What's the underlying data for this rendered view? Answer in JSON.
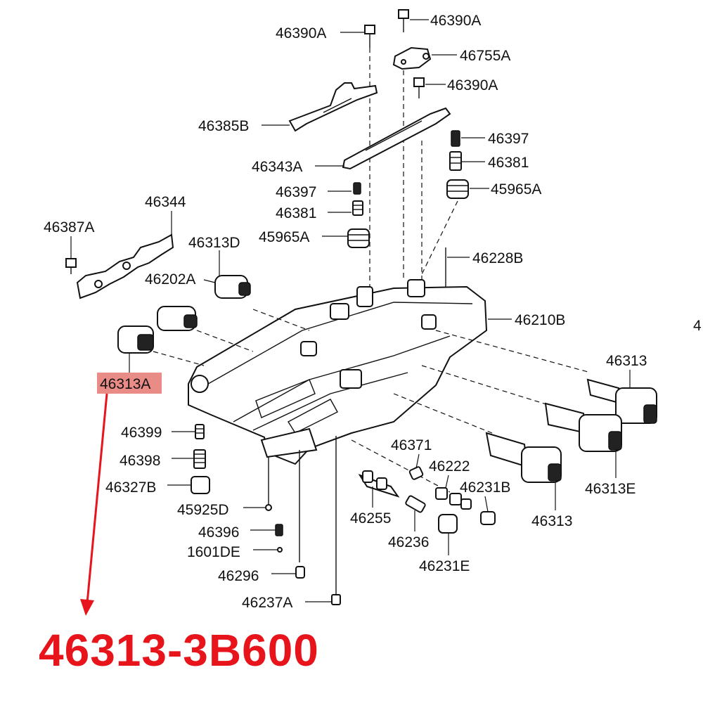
{
  "colors": {
    "highlight_bg": "#e98b87",
    "accent_red": "#e8141c",
    "line": "#111111"
  },
  "callouts": {
    "c46390A_1": "46390A",
    "c46390A_2": "46390A",
    "c46390A_3": "46390A",
    "c46755A": "46755A",
    "c46385B": "46385B",
    "c46343A": "46343A",
    "c46397_1": "46397",
    "c46381_1": "46381",
    "c45965A_1": "45965A",
    "c46397_2": "46397",
    "c46381_2": "46381",
    "c45965A_2": "45965A",
    "c46344": "46344",
    "c46387A": "46387A",
    "c46313D": "46313D",
    "c46228B": "46228B",
    "c46202A": "46202A",
    "c46210B": "46210B",
    "c46313A": "46313A",
    "c46313_1": "46313",
    "c46313E": "46313E",
    "c46313_2": "46313",
    "c46399": "46399",
    "c46398": "46398",
    "c46327B": "46327B",
    "c45925D": "45925D",
    "c46396": "46396",
    "c1601DE": "1601DE",
    "c46296": "46296",
    "c46237A": "46237A",
    "c46371": "46371",
    "c46222": "46222",
    "c46231B": "46231B",
    "c46255": "46255",
    "c46236": "46236",
    "c46231E": "46231E",
    "c_edge": "4"
  },
  "highlighted_part": "46313-3B600"
}
